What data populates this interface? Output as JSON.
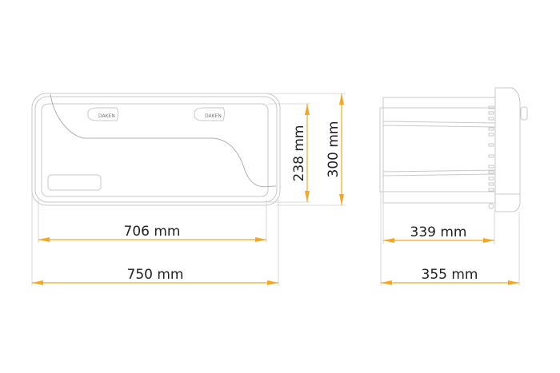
{
  "brand": "DAKEN",
  "colors": {
    "dimension": "#f5a623",
    "outline": "#c8c8c8",
    "text": "#222222"
  },
  "front_view": {
    "handle_logos": [
      "DAKEN",
      "DAKEN"
    ],
    "dimensions": {
      "inner_width": "706 mm",
      "outer_width": "750 mm",
      "inner_height": "238 mm",
      "outer_height": "300 mm"
    }
  },
  "side_view": {
    "dimensions": {
      "inner_depth": "339 mm",
      "outer_depth": "355 mm"
    }
  }
}
